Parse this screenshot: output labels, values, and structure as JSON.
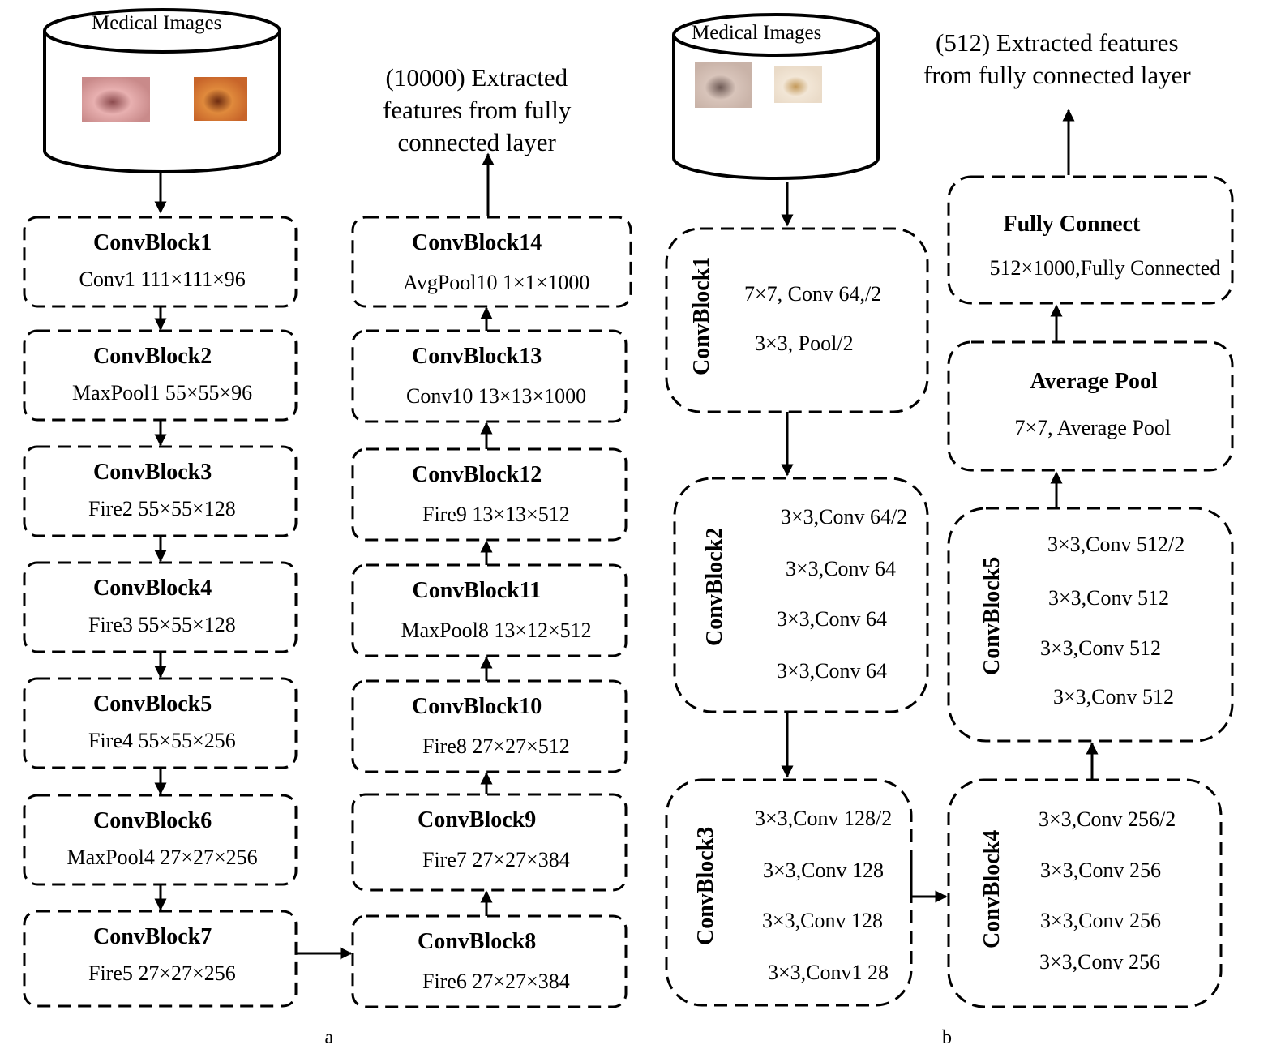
{
  "panel_a": {
    "caption": "a",
    "database": {
      "label": "Medical Images",
      "thumbnails": [
        {
          "name": "endoscopy-image-1",
          "colors": [
            "#c98a8a",
            "#e8b0b0",
            "#8c4b4e"
          ]
        },
        {
          "name": "endoscopy-image-2",
          "colors": [
            "#c8652a",
            "#e08a3c",
            "#6b2a10"
          ]
        }
      ]
    },
    "output": {
      "lines": [
        "(10000) Extracted",
        "features from fully",
        "connected layer"
      ]
    },
    "blocks": [
      {
        "title": "ConvBlock1",
        "detail": "Conv1  111×111×96"
      },
      {
        "title": "ConvBlock2",
        "detail": "MaxPool1 55×55×96"
      },
      {
        "title": "ConvBlock3",
        "detail": "Fire2  55×55×128"
      },
      {
        "title": "ConvBlock4",
        "detail": "Fire3  55×55×128"
      },
      {
        "title": "ConvBlock5",
        "detail": "Fire4  55×55×256"
      },
      {
        "title": "ConvBlock6",
        "detail": "MaxPool4 27×27×256"
      },
      {
        "title": "ConvBlock7",
        "detail": "Fire5 27×27×256"
      },
      {
        "title": "ConvBlock8",
        "detail": "Fire6  27×27×384"
      },
      {
        "title": "ConvBlock9",
        "detail": "Fire7  27×27×384"
      },
      {
        "title": "ConvBlock10",
        "detail": "Fire8  27×27×512"
      },
      {
        "title": "ConvBlock11",
        "detail": "MaxPool8 13×12×512"
      },
      {
        "title": "ConvBlock12",
        "detail": "Fire9  13×13×512"
      },
      {
        "title": "ConvBlock13",
        "detail": "Conv10  13×13×1000"
      },
      {
        "title": "ConvBlock14",
        "detail": "AvgPool10 1×1×1000"
      }
    ]
  },
  "panel_b": {
    "caption": "b",
    "database": {
      "label": "Medical Images",
      "thumbnails": [
        {
          "name": "dermoscopy-image-1",
          "colors": [
            "#c9b3a8",
            "#d8c4ba",
            "#6e5a55"
          ]
        },
        {
          "name": "dermoscopy-image-2",
          "colors": [
            "#eadbc8",
            "#f2e6d6",
            "#c49a5a"
          ]
        }
      ]
    },
    "output": {
      "lines": [
        "(512) Extracted features",
        "from fully connected layer"
      ]
    },
    "blocks": [
      {
        "title": "ConvBlock1",
        "lines": [
          "7×7, Conv 64,/2",
          "3×3, Pool/2"
        ]
      },
      {
        "title": "ConvBlock2",
        "lines": [
          "3×3,Conv 64/2",
          "3×3,Conv 64",
          "3×3,Conv 64",
          "3×3,Conv 64"
        ]
      },
      {
        "title": "ConvBlock3",
        "lines": [
          "3×3,Conv 128/2",
          "3×3,Conv 128",
          "3×3,Conv 128",
          "3×3,Conv1 28"
        ]
      },
      {
        "title": "ConvBlock4",
        "lines": [
          "3×3,Conv 256/2",
          "3×3,Conv 256",
          "3×3,Conv 256",
          "3×3,Conv 256"
        ]
      },
      {
        "title": "ConvBlock5",
        "lines": [
          "3×3,Conv 512/2",
          "3×3,Conv 512",
          "3×3,Conv 512",
          "3×3,Conv 512"
        ]
      }
    ],
    "average_pool": {
      "title": "Average Pool",
      "detail": "7×7, Average  Pool"
    },
    "fully_connect": {
      "title": "Fully Connect",
      "detail": "512×1000,Fully Connected"
    }
  }
}
